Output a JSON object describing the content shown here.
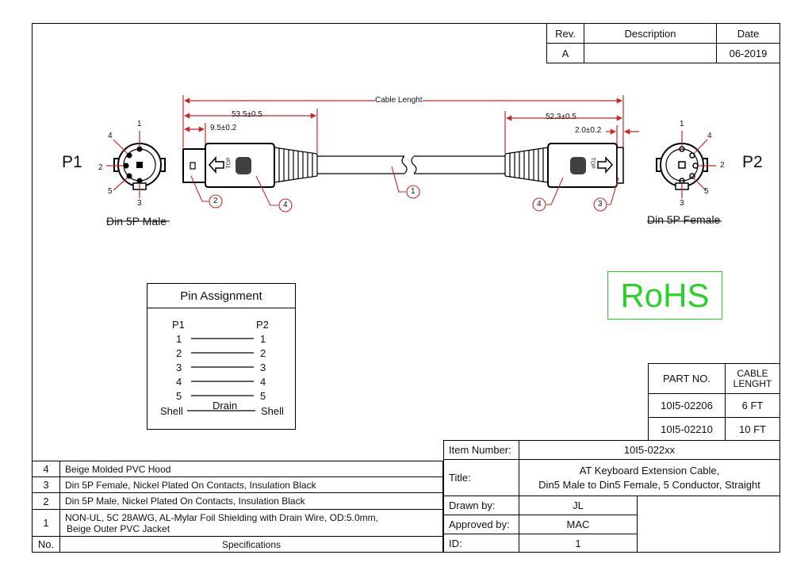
{
  "revision_table": {
    "headers": [
      "Rev.",
      "Description",
      "Date"
    ],
    "row": [
      "A",
      "",
      "06-2019"
    ]
  },
  "drawing": {
    "p1_label": "P1",
    "p2_label": "P2",
    "p1_caption": "Din 5P Male",
    "p2_caption": "Din 5P Female",
    "p1_pins": [
      "1",
      "2",
      "3",
      "4",
      "5"
    ],
    "p2_pins": [
      "1",
      "2",
      "3",
      "4",
      "5"
    ],
    "dim_cable_length": "Cable Lenght",
    "dim_left_overall": "53.5±0.5",
    "dim_left_pin": "9.5±0.2",
    "dim_right_overall": "52.3±0.5",
    "dim_right_pin": "2.0±0.2",
    "top_mark": "TOP",
    "callouts": [
      "1",
      "2",
      "3",
      "4",
      "4"
    ],
    "line_color": "#c62828"
  },
  "pin_assignment": {
    "title": "Pin Assignment",
    "col_left": "P1",
    "col_right": "P2",
    "rows": [
      {
        "left": "1",
        "right": "1"
      },
      {
        "left": "2",
        "right": "2"
      },
      {
        "left": "3",
        "right": "3"
      },
      {
        "left": "4",
        "right": "4"
      },
      {
        "left": "5",
        "right": "5"
      }
    ],
    "shell_left": "Shell",
    "shell_right": "Shell",
    "drain_label": "Drain"
  },
  "rohs": {
    "text": "RoHS",
    "color": "#2bd12b"
  },
  "part_table": {
    "headers": [
      "PART NO.",
      "CABLE LENGHT"
    ],
    "rows": [
      {
        "part": "10I5-02206",
        "length": "6 FT"
      },
      {
        "part": "10I5-02210",
        "length": "10 FT"
      }
    ]
  },
  "title_block": {
    "item_number_label": "Item Number:",
    "item_number": "10I5-022xx",
    "title_label": "Title:",
    "title_line1": "AT Keyboard Extension Cable,",
    "title_line2": "Din5 Male to Din5 Female, 5 Conductor, Straight",
    "drawn_by_label": "Drawn by:",
    "drawn_by": "JL",
    "approved_by_label": "Approved by:",
    "approved_by": "MAC",
    "id_label": "ID:",
    "id": "1"
  },
  "spec_table": {
    "rows": [
      {
        "no": "4",
        "spec": "Beige Molded PVC Hood"
      },
      {
        "no": "3",
        "spec": "Din 5P Female, Nickel Plated On Contacts, Insulation Black"
      },
      {
        "no": "2",
        "spec": "Din 5P Male, Nickel Plated On Contacts, Insulation Black"
      },
      {
        "no": "1",
        "spec": "NON-UL, 5C 28AWG, AL-Mylar Foil Shielding with Drain Wire, OD:5.0mm,",
        "spec2": "Beige Outer PVC Jacket"
      }
    ],
    "footer_no": "No.",
    "footer_spec": "Specifications"
  }
}
